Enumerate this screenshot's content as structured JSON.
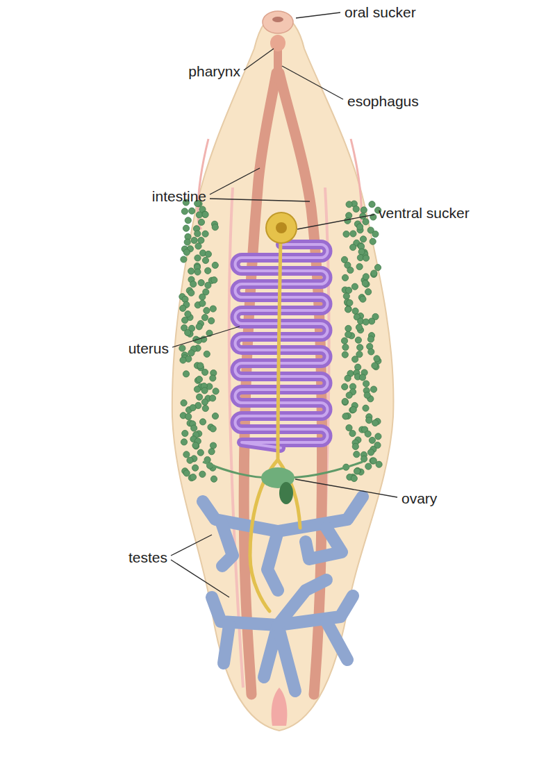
{
  "diagram": {
    "labels": [
      "oral sucker",
      "pharynx",
      "esophagus",
      "intestine",
      "ventral sucker",
      "uterus",
      "ovary",
      "testes"
    ]
  }
}
